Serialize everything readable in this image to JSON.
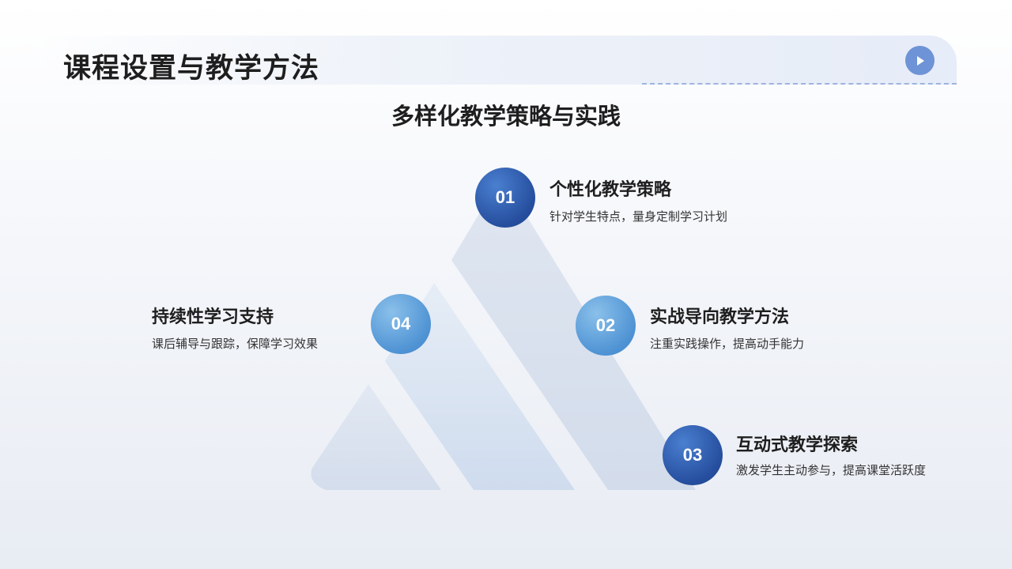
{
  "header": {
    "title": "课程设置与教学方法",
    "play_icon": "play-icon"
  },
  "main": {
    "subtitle": "多样化教学策略与实践",
    "items": [
      {
        "number": "01",
        "title": "个性化教学策略",
        "description": "针对学生特点，量身定制学习计划"
      },
      {
        "number": "02",
        "title": "实战导向教学方法",
        "description": "注重实践操作，提高动手能力"
      },
      {
        "number": "03",
        "title": "互动式教学探索",
        "description": "激发学生主动参与，提高课堂活跃度"
      },
      {
        "number": "04",
        "title": "持续性学习支持",
        "description": "课后辅导与跟踪，保障学习效果"
      }
    ]
  },
  "colors": {
    "accent_dark": "#264e9e",
    "accent_light": "#4f93d4",
    "shape_fill": "#d8e1ee"
  }
}
